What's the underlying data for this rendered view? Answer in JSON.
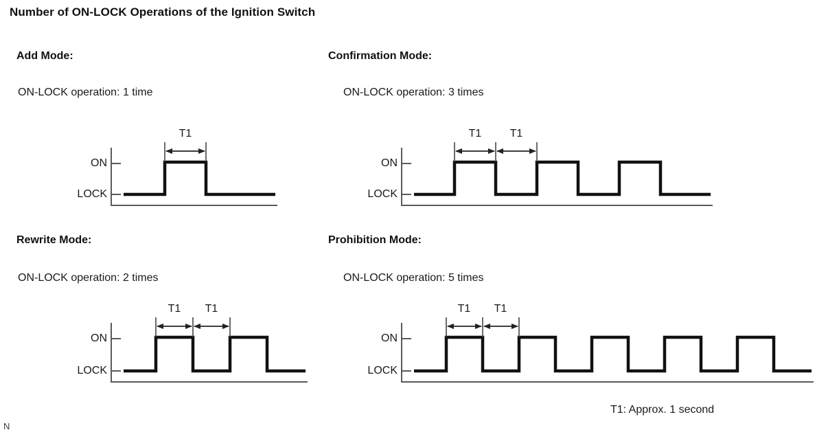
{
  "title": "Number of ON-LOCK Operations of the Ignition Switch",
  "footnote": "T1: Approx. 1 second",
  "page_marker": "N",
  "axis": {
    "high_label": "ON",
    "low_label": "LOCK"
  },
  "t1_label": "T1",
  "panels": [
    {
      "id": "add-mode",
      "heading": "Add Mode:",
      "subtitle": "ON-LOCK operation: 1 time",
      "pulses": 1,
      "t1_spans": 1
    },
    {
      "id": "confirmation-mode",
      "heading": "Confirmation Mode:",
      "subtitle": "ON-LOCK operation: 3 times",
      "pulses": 3,
      "t1_spans": 2
    },
    {
      "id": "rewrite-mode",
      "heading": "Rewrite Mode:",
      "subtitle": "ON-LOCK operation: 2 times",
      "pulses": 2,
      "t1_spans": 2
    },
    {
      "id": "prohibition-mode",
      "heading": "Prohibition Mode:",
      "subtitle": "ON-LOCK operation: 5 times",
      "pulses": 5,
      "t1_spans": 2
    }
  ],
  "chart_data": {
    "type": "line",
    "title": "Number of ON-LOCK Operations of the Ignition Switch",
    "xlabel": "",
    "ylabel": "",
    "grid": false,
    "legend": null,
    "annotations": [
      "T1: Approx. 1 second"
    ],
    "y_levels": {
      "LOCK": 0,
      "ON": 1
    },
    "series": [
      {
        "name": "Add Mode",
        "operations": 1,
        "waveform": [
          {
            "t": 0,
            "level": "LOCK"
          },
          {
            "t": 1,
            "level": "ON"
          },
          {
            "t": 2,
            "level": "LOCK"
          },
          {
            "t": 4.6,
            "level": "LOCK"
          }
        ]
      },
      {
        "name": "Confirmation Mode",
        "operations": 3,
        "waveform": [
          {
            "t": 0,
            "level": "LOCK"
          },
          {
            "t": 1,
            "level": "ON"
          },
          {
            "t": 2,
            "level": "LOCK"
          },
          {
            "t": 3,
            "level": "ON"
          },
          {
            "t": 4,
            "level": "LOCK"
          },
          {
            "t": 5,
            "level": "ON"
          },
          {
            "t": 6,
            "level": "LOCK"
          },
          {
            "t": 8.4,
            "level": "LOCK"
          }
        ]
      },
      {
        "name": "Rewrite Mode",
        "operations": 2,
        "waveform": [
          {
            "t": 0,
            "level": "LOCK"
          },
          {
            "t": 1,
            "level": "ON"
          },
          {
            "t": 2,
            "level": "LOCK"
          },
          {
            "t": 3,
            "level": "ON"
          },
          {
            "t": 4,
            "level": "LOCK"
          },
          {
            "t": 5.4,
            "level": "LOCK"
          }
        ]
      },
      {
        "name": "Prohibition Mode",
        "operations": 5,
        "waveform": [
          {
            "t": 0,
            "level": "LOCK"
          },
          {
            "t": 1,
            "level": "ON"
          },
          {
            "t": 2,
            "level": "LOCK"
          },
          {
            "t": 3,
            "level": "ON"
          },
          {
            "t": 4,
            "level": "LOCK"
          },
          {
            "t": 5,
            "level": "ON"
          },
          {
            "t": 6,
            "level": "LOCK"
          },
          {
            "t": 7,
            "level": "ON"
          },
          {
            "t": 8,
            "level": "LOCK"
          },
          {
            "t": 9,
            "level": "ON"
          },
          {
            "t": 10,
            "level": "LOCK"
          },
          {
            "t": 11.6,
            "level": "LOCK"
          }
        ]
      }
    ],
    "t1_duration_seconds": 1
  }
}
